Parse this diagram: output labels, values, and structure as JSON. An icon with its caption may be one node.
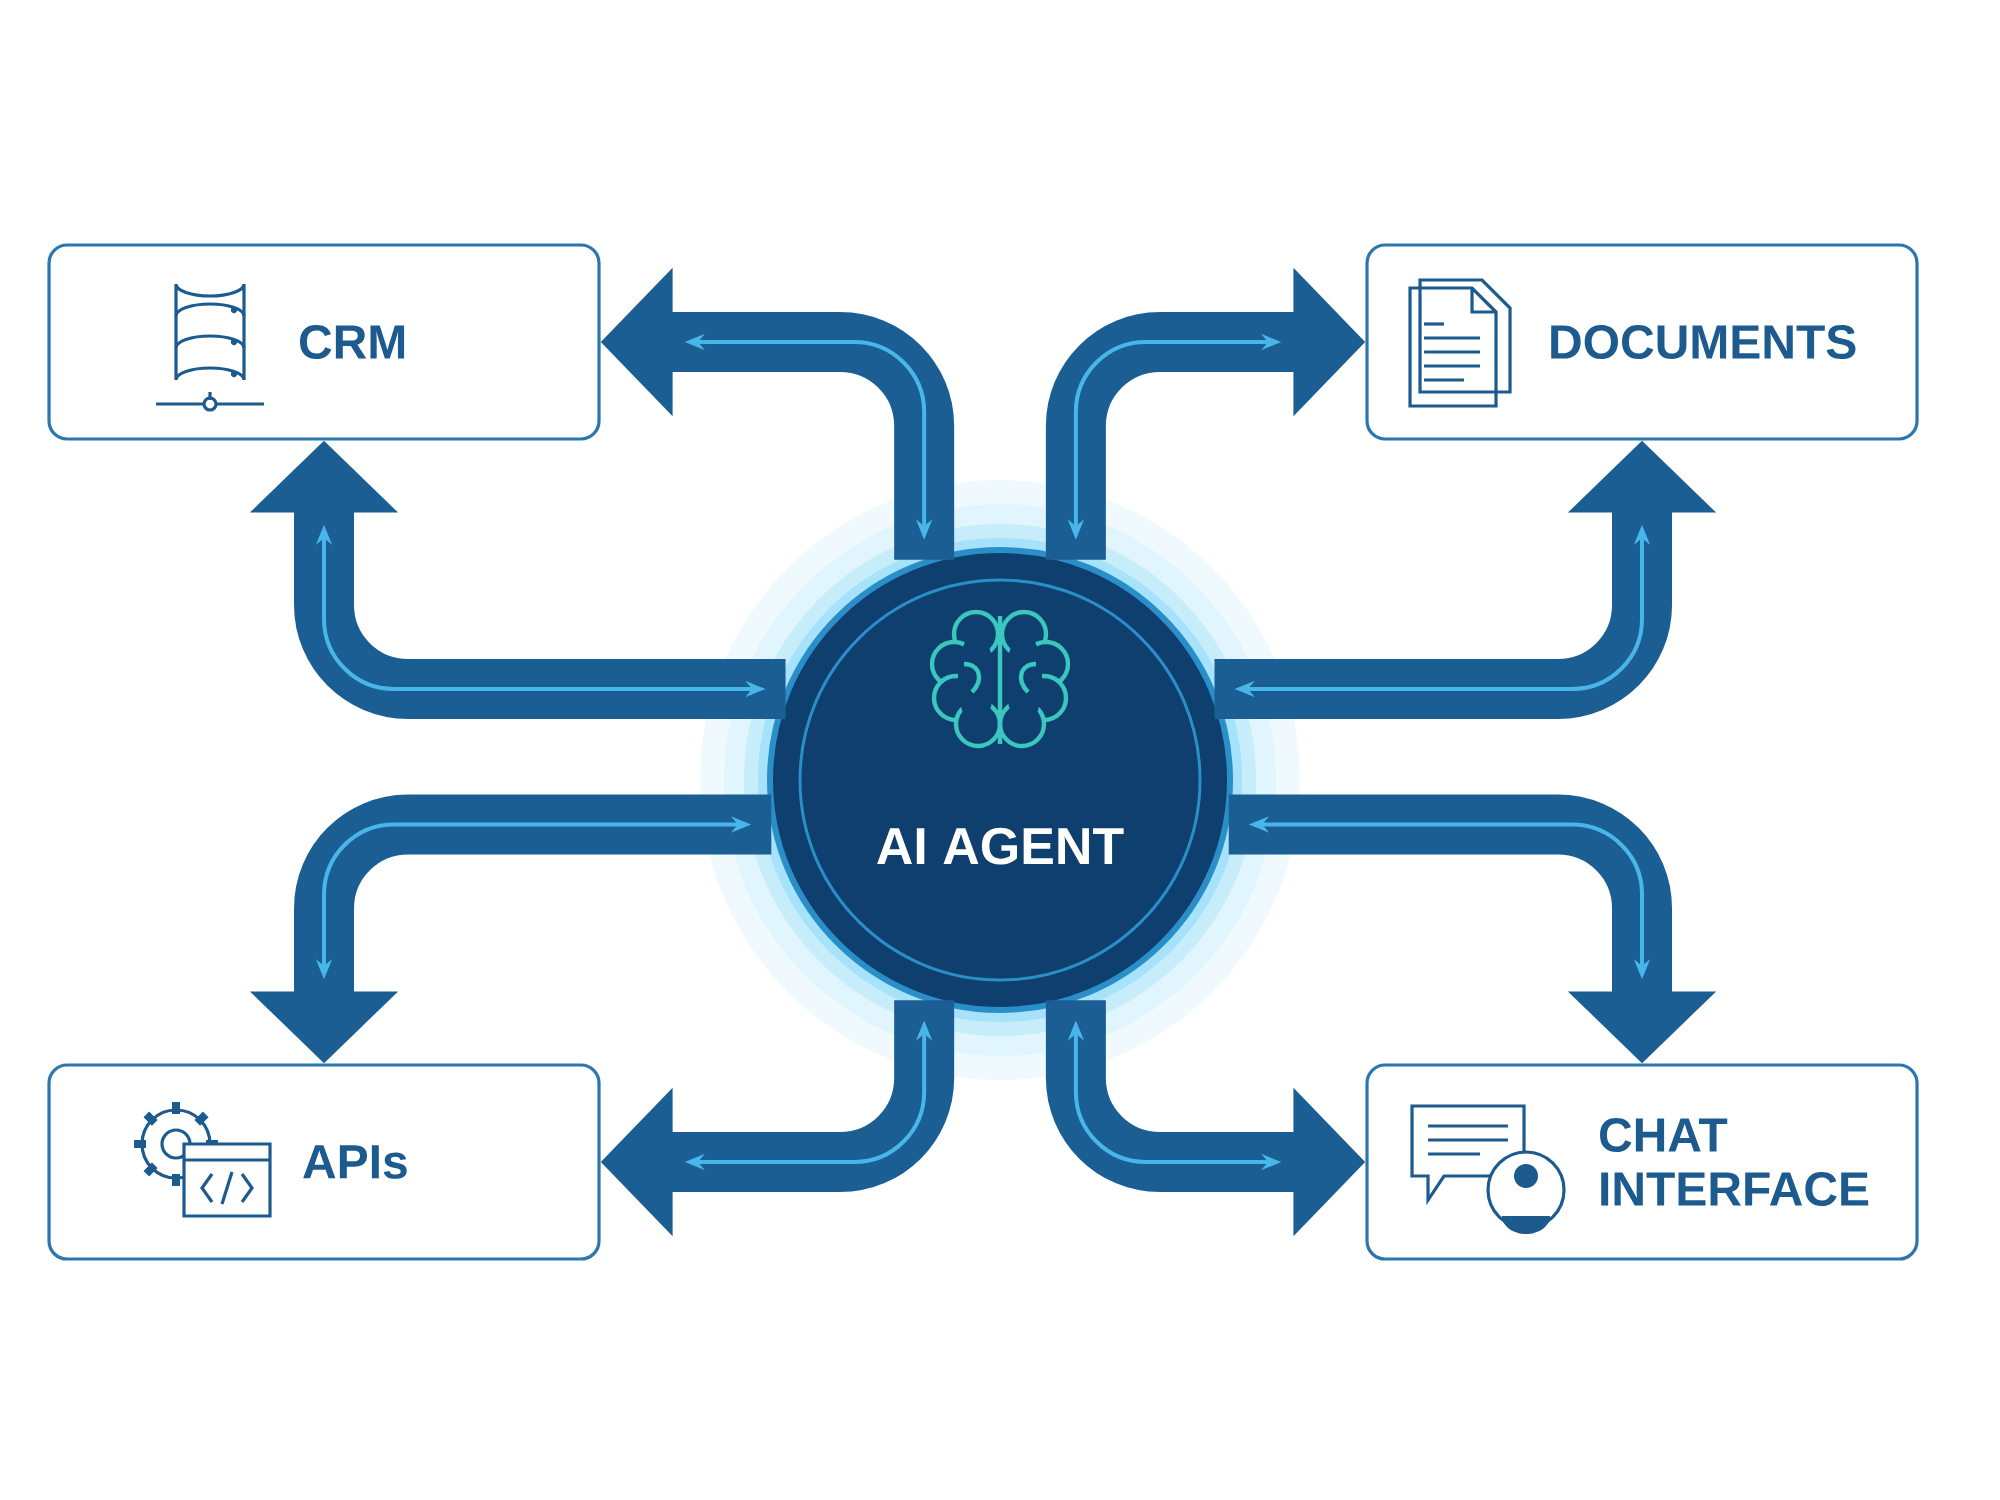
{
  "diagram": {
    "nodes": [
      {
        "text": [
          "CRM"
        ]
      },
      {
        "text": [
          "DOCUMENTS"
        ]
      },
      {
        "text": [
          "AI AGENT"
        ]
      },
      {
        "text": [
          "APIs"
        ]
      },
      {
        "text": [
          "CHAT INTERFACE"
        ]
      }
    ],
    "edges": [
      {
        "from": 2,
        "to": 0,
        "arrow": "both"
      },
      {
        "from": 2,
        "to": 0,
        "arrow": "both"
      },
      {
        "from": 2,
        "to": 1,
        "arrow": "both"
      },
      {
        "from": 2,
        "to": 1,
        "arrow": "both"
      },
      {
        "from": 2,
        "to": 3,
        "arrow": "both"
      },
      {
        "from": 2,
        "to": 3,
        "arrow": "both"
      },
      {
        "from": 2,
        "to": 4,
        "arrow": "both"
      },
      {
        "from": 2,
        "to": 4,
        "arrow": "both"
      }
    ]
  }
}
